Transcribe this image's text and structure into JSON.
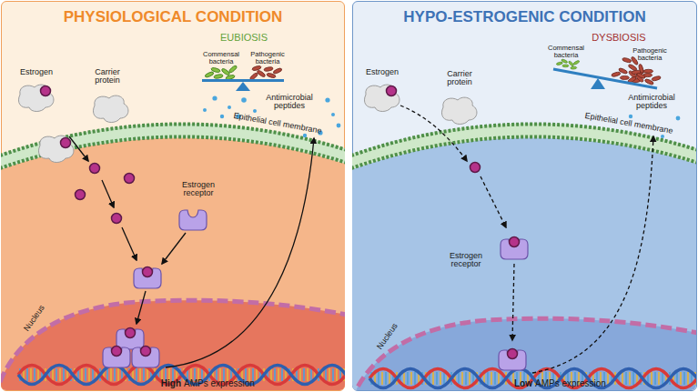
{
  "diagram": {
    "nodes": [
      {
        "text": [
          "PHYSIOLOGICAL CONDITION"
        ]
      },
      {
        "text": [
          "HYPO-ESTROGENIC CONDITION"
        ]
      }
    ],
    "labels": [
      "EUBIOSIS",
      "Estrogen",
      "Carrier protein",
      "Commensal bacteria",
      "Pathogenic bacteria",
      "Antimicrobial peptides",
      "Epithelial cell membrane",
      "Estrogen receptor",
      "Nucleus",
      "High",
      "AMPs expression",
      "DYSBIOSIS",
      "Estrogen",
      "Carrier protein",
      "Commensal bacteria",
      "Pathogenic bacteria",
      "Antimicrobial peptides",
      "Epithelial cell membrane",
      "Estrogen receptor",
      "Nucleus",
      "Low",
      "AMPs expression"
    ]
  }
}
